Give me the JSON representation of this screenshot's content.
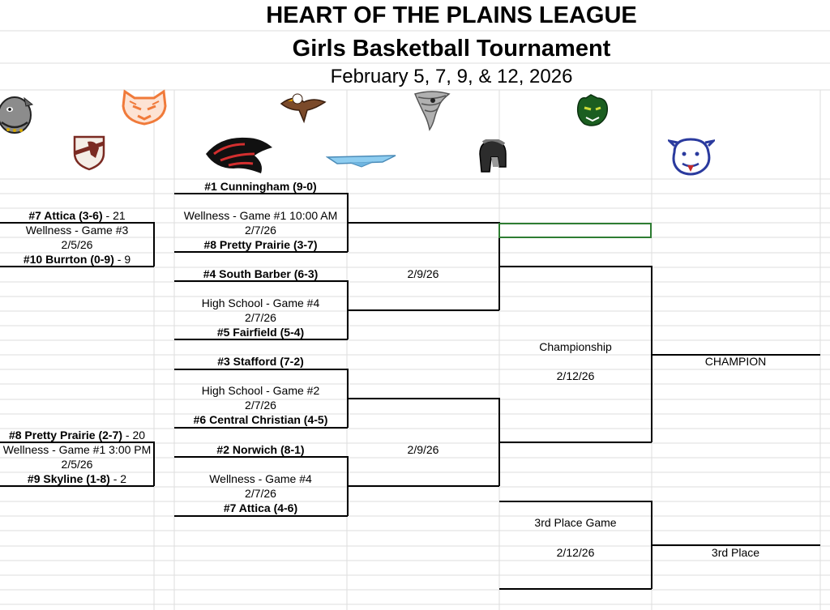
{
  "sheet": {
    "title": "HEART OF THE PLAINS LEAGUE",
    "subtitle": "Girls Basketball Tournament",
    "dates": "February 5, 7, 9, & 12,  2026"
  },
  "play_in": [
    {
      "top_team": "#7 Attica (3-6)",
      "top_score": " - 21",
      "game": "Wellness - Game #3",
      "date": "2/5/26",
      "bottom_team": "#10 Burrton (0-9)",
      "bottom_score": " - 9"
    },
    {
      "top_team": "#8 Pretty Prairie (2-7)",
      "top_score": " - 20",
      "game": "Wellness - Game #1 3:00 PM",
      "date": "2/5/26",
      "bottom_team": "#9 Skyline (1-8)",
      "bottom_score": " - 2"
    }
  ],
  "quarterfinals": [
    {
      "top_team": "#1 Cunningham (9-0)",
      "game": "Wellness - Game #1 10:00 AM",
      "date": "2/7/26",
      "bottom_team": "#8 Pretty Prairie (3-7)"
    },
    {
      "top_team": "#4 South Barber (6-3)",
      "game": "High School - Game #4",
      "date": "2/7/26",
      "bottom_team": "#5 Fairfield (5-4)"
    },
    {
      "top_team": "#3 Stafford (7-2)",
      "game": "High School - Game #2",
      "date": "2/7/26",
      "bottom_team": "#6 Central Christian (4-5)"
    },
    {
      "top_team": "#2 Norwich (8-1)",
      "game": "Wellness - Game #4",
      "date": "2/7/26",
      "bottom_team": "#7 Attica (4-6)"
    }
  ],
  "semifinals": [
    {
      "date": "2/9/26"
    },
    {
      "date": "2/9/26"
    }
  ],
  "championship": {
    "label": "Championship",
    "date": "2/12/26",
    "result_label": "CHAMPION"
  },
  "third_place": {
    "label": "3rd Place Game",
    "date": "2/12/26",
    "result_label": "3rd Place"
  },
  "colors": {
    "grid": "#dedede",
    "selection": "#2e7d32",
    "bulldog_gray": "#808080",
    "cougar_orange": "#f07a3a",
    "charger_maroon": "#7a2a22",
    "eagle_brown": "#6b3a1e",
    "wildcat_red": "#c62828",
    "jet_blue": "#8ecdf0",
    "tornado_gray": "#9e9e9e",
    "spartan_dark": "#333333",
    "panther_green": "#1b5e20",
    "bulldog_blue": "#2a3a9e"
  },
  "logos": [
    "bulldog-gray-icon",
    "cougar-orange-icon",
    "charger-shield-icon",
    "eagle-icon",
    "wildcat-red-icon",
    "jet-icon",
    "tornado-icon",
    "spartan-helmet-icon",
    "panther-icon",
    "bulldog-blue-icon"
  ]
}
